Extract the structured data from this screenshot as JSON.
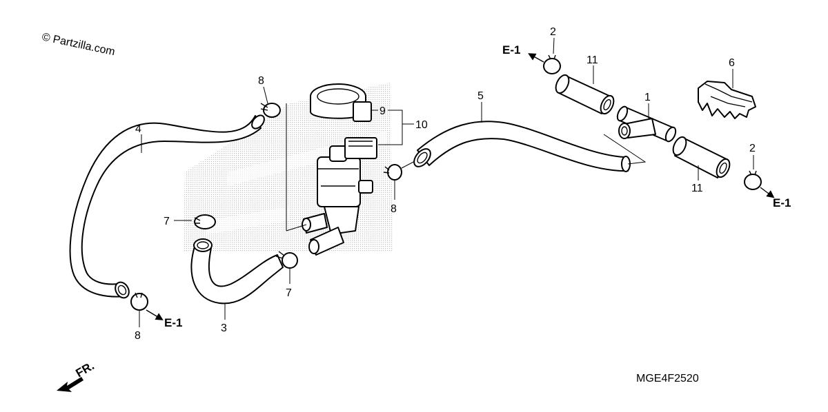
{
  "watermark": "© Partzilla.com",
  "diagram_code": "MGE4F2520",
  "front_marker": "FR.",
  "ref_e1": "E-1",
  "callouts": {
    "c1": "1",
    "c2a": "2",
    "c2b": "2",
    "c3": "3",
    "c4": "4",
    "c5": "5",
    "c6": "6",
    "c7a": "7",
    "c7b": "7",
    "c8a": "8",
    "c8b": "8",
    "c8c": "8",
    "c9": "9",
    "c10": "10",
    "c11a": "11",
    "c11b": "11"
  },
  "colors": {
    "line": "#000000",
    "background": "#ffffff",
    "dot_pattern": "#8a8a8a"
  }
}
